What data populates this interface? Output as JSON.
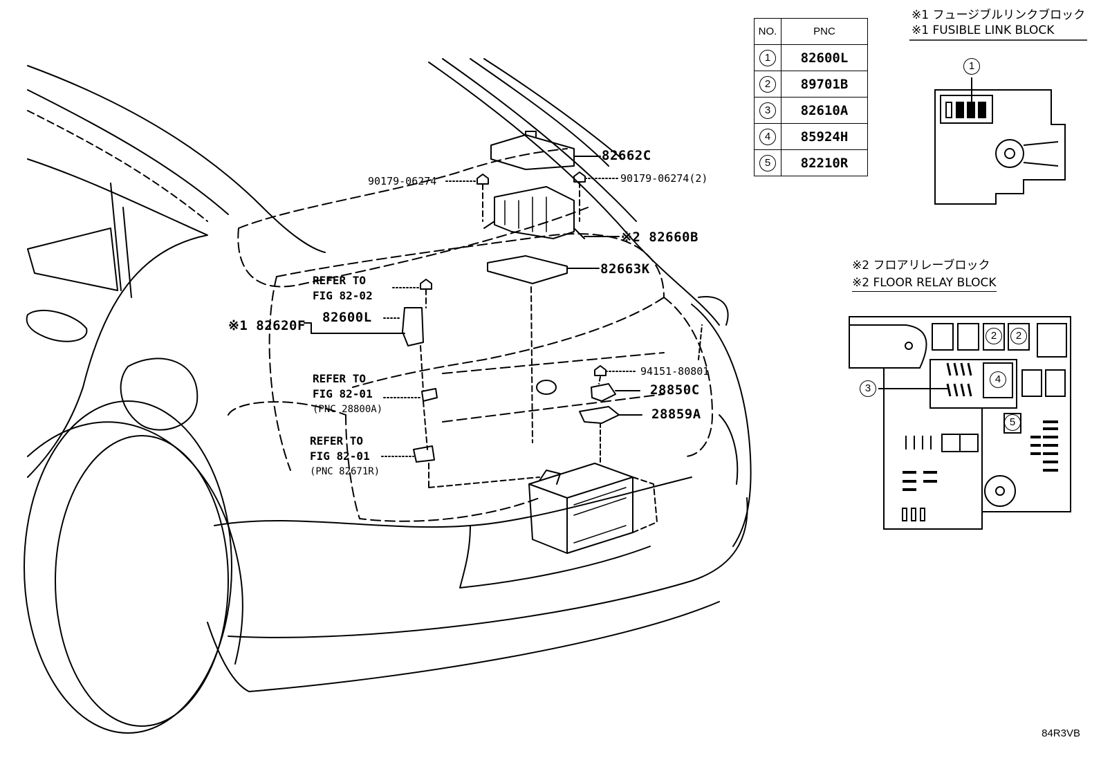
{
  "table": {
    "headers": {
      "no": "NO.",
      "pnc": "PNC"
    },
    "rows": [
      {
        "no": "1",
        "pnc": "82600L"
      },
      {
        "no": "2",
        "pnc": "89701B"
      },
      {
        "no": "3",
        "pnc": "82610A"
      },
      {
        "no": "4",
        "pnc": "85924H"
      },
      {
        "no": "5",
        "pnc": "82210R"
      }
    ]
  },
  "fusible_link_block": {
    "title_jp": "※1 フュージブルリンクブロック",
    "title_en": "※1 FUSIBLE LINK BLOCK",
    "marker": "1"
  },
  "floor_relay_block": {
    "title_jp": "※2 フロアリレーブロック",
    "title_en": "※2 FLOOR RELAY BLOCK",
    "markers": {
      "a": "2",
      "b": "2",
      "c": "3",
      "d": "4",
      "e": "5"
    }
  },
  "labels": {
    "p82662C": "82662C",
    "p90179_left": "90179-06274",
    "p90179_right": "90179-06274(2)",
    "p82660B": "※2 82660B",
    "p82663K": "82663K",
    "ref1_a": "REFER TO",
    "ref1_b": "FIG 82-02",
    "p82620F": "※1 82620F",
    "p82600L": "82600L",
    "ref2_a": "REFER TO",
    "ref2_b": "FIG 82-01",
    "ref2_c": "(PNC 28800A)",
    "p94151": "94151-80801",
    "p28850C": "28850C",
    "p28859A": "28859A",
    "ref3_a": "REFER TO",
    "ref3_b": "FIG 82-01",
    "ref3_c": "(PNC 82671R)"
  },
  "illustration_code": "84R3VB"
}
